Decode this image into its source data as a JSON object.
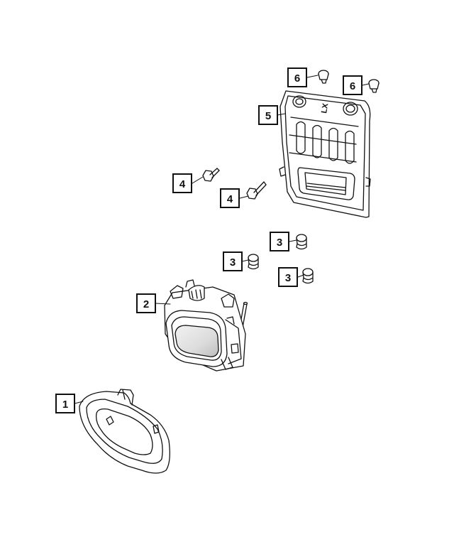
{
  "callouts": {
    "c1": "1",
    "c2": "2",
    "c3a": "3",
    "c3b": "3",
    "c3c": "3",
    "c4a": "4",
    "c4b": "4",
    "c5": "5",
    "c6a": "6",
    "c6b": "6"
  },
  "bracket_marking": "LX"
}
